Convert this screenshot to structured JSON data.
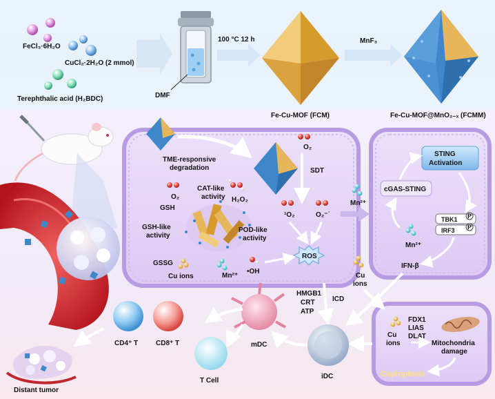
{
  "synthesis": {
    "reagents": [
      "FeCl₃·6H₂O",
      "CuCl₂·2H₂O (2 mmol)",
      "Terephthalic acid (H₂BDC)"
    ],
    "solvent": "DMF",
    "condition": "100 °C 12 h",
    "reagent2": "MnF₃",
    "product1": "Fe-Cu-MOF (FCM)",
    "product2": "Fe-Cu-MOF@MnO₂₋ₓ (FCMM)"
  },
  "cell": {
    "tme": [
      "TME-responsive",
      "degradation"
    ],
    "o2_top": "O₂",
    "sdt": "SDT",
    "o2": "O₂",
    "h2o2": "H₂O₂",
    "cat": [
      "CAT-like",
      "activity"
    ],
    "gsh": "GSH",
    "gsh_like": [
      "GSH-like",
      "activity"
    ],
    "pod": [
      "POD-like",
      "activity"
    ],
    "gssg": "GSSG",
    "cu_ions": "Cu ions",
    "mn": "Mn²⁺",
    "oh": "•OH",
    "singlet": "¹O₂",
    "superoxide": "O₂⁻˙",
    "ros": "ROS"
  },
  "sting": {
    "mn_in": "Mn²⁺",
    "activation": [
      "STING",
      "Activation"
    ],
    "cgas": "cGAS-STING",
    "tbk1": "TBK1",
    "irf3": "IRF3",
    "p": "P",
    "mn": "Mn²⁺",
    "ifn": "IFN-β"
  },
  "immune": {
    "damps": [
      "HMGB1",
      "CRT",
      "ATP"
    ],
    "icd": "ICD",
    "cu_ions": [
      "Cu",
      "ions"
    ],
    "mdc": "mDC",
    "idc": "iDC",
    "tcell": "T Cell",
    "cd4": "CD4⁺ T",
    "cd8": "CD8⁺ T",
    "distant": "Distant tumor"
  },
  "cupro": {
    "cu": [
      "Cu",
      "ions"
    ],
    "genes": [
      "FDX1",
      "LIAS",
      "DLAT"
    ],
    "mito": [
      "Mitochondria",
      "damage"
    ],
    "label": "Cuproptosis"
  },
  "colors": {
    "arrow": "#d7e6f6",
    "membrane": "#b79be3",
    "cytoplasm": "#e3d4f6",
    "octa_gold": "#e8b65a",
    "octa_blue": "#3f87c9",
    "o_red": "#e0463a",
    "cuproptosis": "#ffe27a"
  }
}
